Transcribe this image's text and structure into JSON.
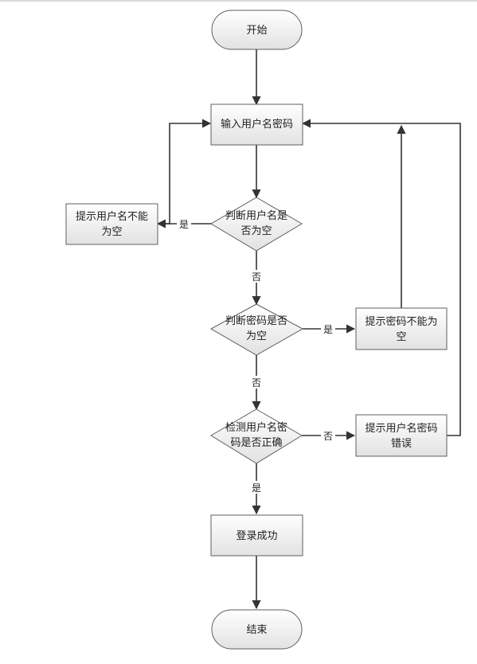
{
  "nodes": {
    "start": "开始",
    "input": "输入用户名密码",
    "check_user_empty": {
      "line1": "判断用户名是",
      "line2": "否为空"
    },
    "prompt_user_empty": {
      "line1": "提示用户名不能",
      "line2": "为空"
    },
    "check_pass_empty": {
      "line1": "判断密码是否",
      "line2": "为空"
    },
    "prompt_pass_empty": {
      "line1": "提示密码不能为",
      "line2": "空"
    },
    "check_correct": {
      "line1": "检测用户名密",
      "line2": "码是否正确"
    },
    "prompt_wrong": {
      "line1": "提示用户名密码",
      "line2": "错误"
    },
    "success": "登录成功",
    "end": "结束"
  },
  "edges": {
    "user_empty_yes": "是",
    "user_empty_no": "否",
    "pass_empty_yes": "是",
    "pass_empty_no": "否",
    "correct_no": "否",
    "correct_yes": "是"
  },
  "colors": {
    "box_top": "#ffffff",
    "box_bottom": "#e2e2e2",
    "stroke": "#5f5f5f",
    "line": "#333333"
  }
}
